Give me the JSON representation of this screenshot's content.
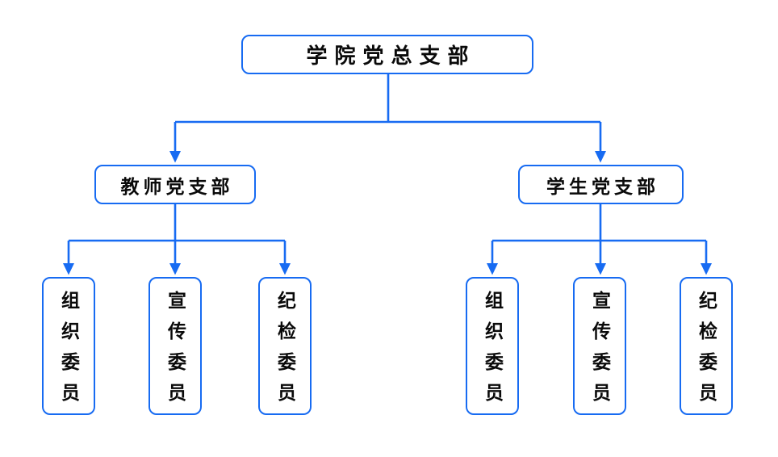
{
  "diagram": {
    "type": "org-tree",
    "colors": {
      "line": "#176BF2",
      "box_border": "#176BF2",
      "text": "#0a0a0a",
      "background": "#ffffff"
    },
    "root": {
      "label": "学院党总支部"
    },
    "branches": [
      {
        "label": "教师党支部",
        "children": [
          {
            "label": "组织委员"
          },
          {
            "label": "宣传委员"
          },
          {
            "label": "纪检委员"
          }
        ]
      },
      {
        "label": "学生党支部",
        "children": [
          {
            "label": "组织委员"
          },
          {
            "label": "宣传委员"
          },
          {
            "label": "纪检委员"
          }
        ]
      }
    ]
  }
}
